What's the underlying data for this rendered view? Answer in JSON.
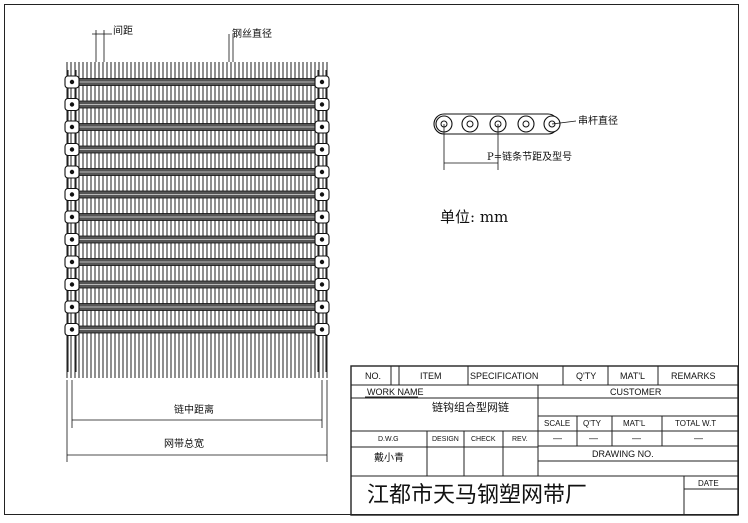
{
  "drawing": {
    "labels": {
      "pitch_spacing": "间距",
      "wire_diameter": "钢丝直径",
      "chain_center_distance": "链中距离",
      "belt_total_width": "网带总宽",
      "rod_diameter": "串杆直径",
      "chain_pitch": "P=链条节距及型号",
      "unit": "单位: mm"
    }
  },
  "title_block": {
    "header": {
      "no": "NO.",
      "item": "ITEM",
      "specification": "SPECIFICATION",
      "qty": "Q'TY",
      "matl": "MAT'L",
      "remarks": "REMARKS"
    },
    "work_name_label": "WORK NAME",
    "work_name_value": "链钩组合型网链",
    "customer_label": "CUSTOMER",
    "sub_header": {
      "scale": "SCALE",
      "qty": "Q'TY",
      "matl": "MAT'L",
      "total_wt": "TOTAL W.T"
    },
    "sub_values": {
      "scale": "—",
      "qty": "—",
      "matl": "—",
      "total_wt": "—"
    },
    "signoff": {
      "dwg": "D.W.G",
      "design": "DESIGN",
      "check": "CHECK",
      "rev": "REV."
    },
    "drafter": "戴小青",
    "drawing_no_label": "DRAWING NO.",
    "company": "江都市天马钢塑网带厂",
    "date_label": "DATE"
  }
}
